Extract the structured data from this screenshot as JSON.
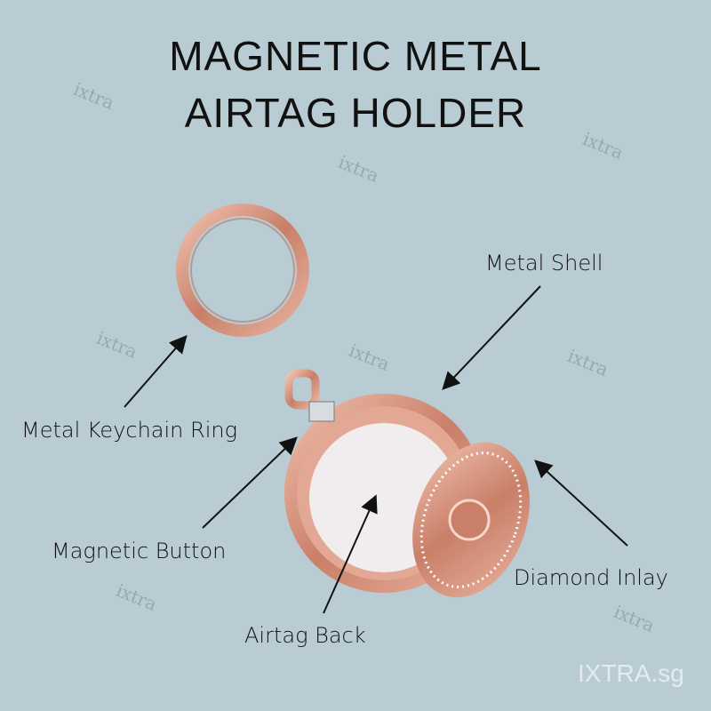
{
  "title": {
    "line1": "MAGNETIC METAL",
    "line2": "AIRTAG HOLDER"
  },
  "labels": {
    "metal_shell": "Metal Shell",
    "keychain_ring": "Metal Keychain Ring",
    "magnetic_button": "Magnetic Button",
    "diamond_inlay": "Diamond Inlay",
    "airtag_back": "Airtag Back"
  },
  "watermark": "ixtra",
  "brand": "IXTRA.sg",
  "colors": {
    "background": "#b9ccd4",
    "rose_gold": "#d99a86",
    "airtag": "#f1ecee"
  }
}
